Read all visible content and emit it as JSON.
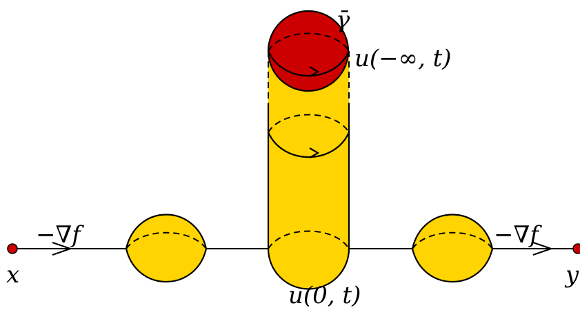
{
  "colors": {
    "surface_fill": "#FFD400",
    "cap_fill": "#CC0000",
    "point_fill": "#CC0000",
    "stroke": "#000000"
  },
  "labels": {
    "point_left": "x",
    "point_right": "y",
    "gradient_left": "−∇f",
    "gradient_right": "−∇f",
    "cap_top": "γ̄",
    "top_boundary": "u(−∞, t)",
    "bottom_boundary": "u(0, t)"
  }
}
